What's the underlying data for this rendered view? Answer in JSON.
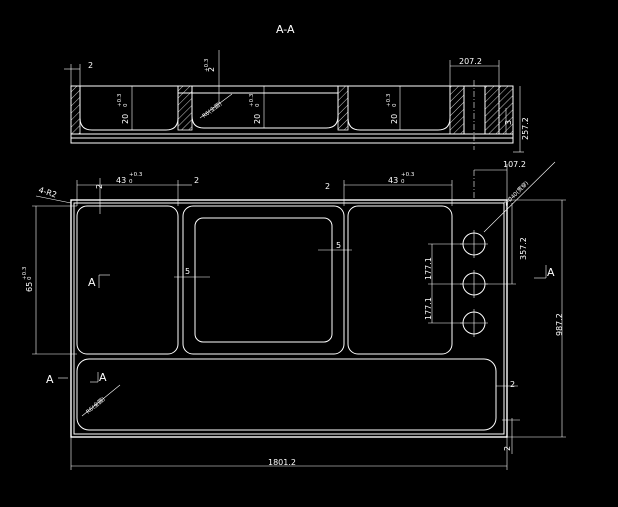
{
  "section_title": "A-A",
  "labels": {
    "section_marker_left": "A",
    "section_marker_bottom": "A",
    "section_marker_right": "A",
    "section_marker_inner": "A"
  },
  "dimensions": {
    "overall_width": "1801.2",
    "overall_height": "987.2",
    "top_width_right": "207.2",
    "side_depth": "257.2",
    "hole_offset_x": "107.2",
    "hole_spacing_1": "177.1",
    "hole_spacing_2": "177.1",
    "hole_to_top": "357.2",
    "holes_callout": "2-Ø40(贯穿)",
    "corner_radius": "4-R2",
    "wall_top": "2",
    "wall_left_mid": "2",
    "wall_right_mid": "2",
    "wall_bottom_tray": "2",
    "wall_bottom": "2",
    "pocket_width_left": "43",
    "pocket_width_right": "43",
    "pocket_tol": "+0.3",
    "pocket_tol_low": "0",
    "pocket_height": "65",
    "inner_gap_left": "5",
    "inner_gap_right": "5",
    "radius_callout_top": "R6(全圆)",
    "radius_callout_bottom": "R6(全圆)",
    "depth_1": "20",
    "depth_2": "20",
    "depth_3": "20",
    "depth_tol": "+0.3",
    "depth_tol_low": "0",
    "section_wall": "2",
    "section_step": "3",
    "top_wall_small": "2"
  }
}
